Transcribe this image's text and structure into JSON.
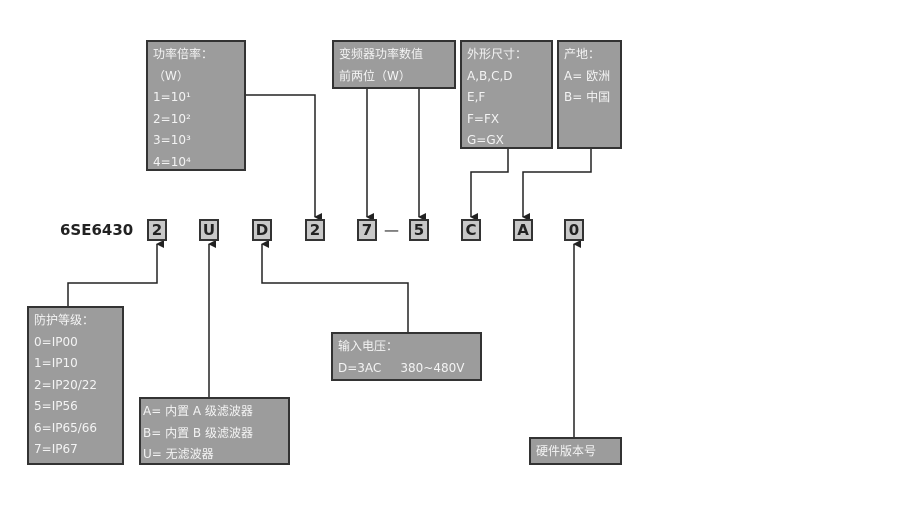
{
  "model_prefix": "6SE6430",
  "code_chars": [
    "2",
    "U",
    "D",
    "2",
    "7",
    "5",
    "C",
    "A",
    "0"
  ],
  "separator": "—",
  "power_multiplier": {
    "lines": [
      "功率倍率：",
      "（W）",
      "1=10¹",
      "2=10²",
      "3=10³",
      "4=10⁴"
    ]
  },
  "power_value": {
    "lines": [
      "变频器功率数值",
      "前两位（W）"
    ]
  },
  "frame_size": {
    "lines": [
      "外形尺寸：",
      "A,B,C,D",
      "E,F",
      "F=FX",
      "G=GX"
    ]
  },
  "origin": {
    "lines": [
      "产地：",
      "A= 欧洲",
      "B= 中国"
    ]
  },
  "protection": {
    "lines": [
      "防护等级：",
      "0=IP00",
      "1=IP10",
      "2=IP20/22",
      "5=IP56",
      "6=IP65/66",
      "7=IP67"
    ]
  },
  "filter": {
    "lines": [
      "A= 内置 A 级滤波器",
      "B= 内置 B 级滤波器",
      "U= 无滤波器"
    ]
  },
  "voltage": {
    "lines": [
      "输入电压：",
      "D=3AC     380~480V"
    ]
  },
  "hardware": {
    "lines": [
      "硬件版本号"
    ]
  }
}
